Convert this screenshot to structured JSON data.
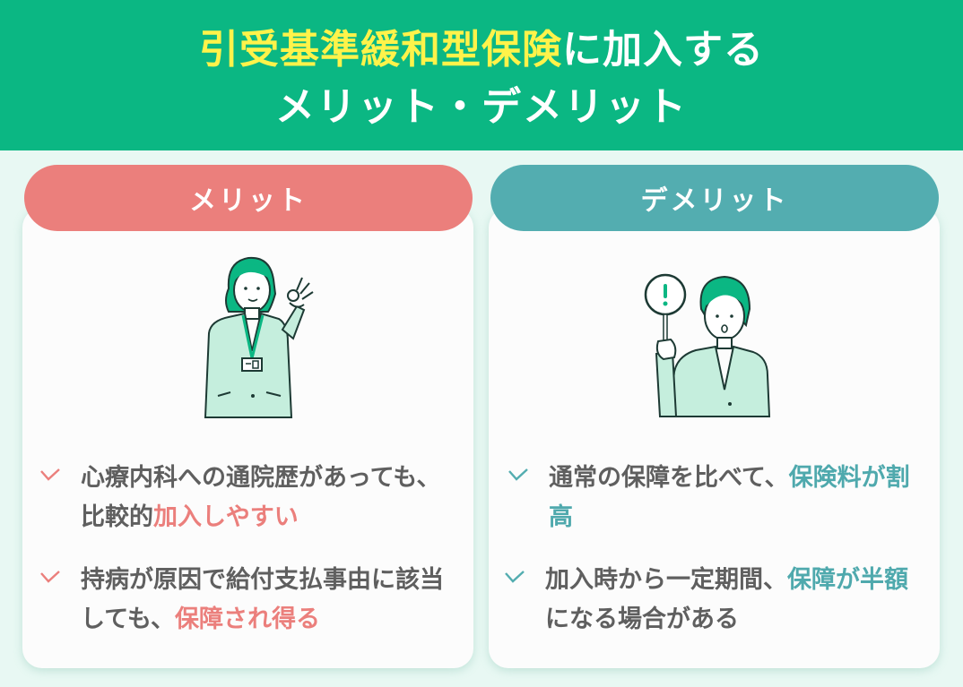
{
  "header": {
    "title_highlight": "引受基準緩和型保険",
    "title_rest": "に加入する",
    "subtitle": "メリット・デメリット",
    "bg_color": "#0bb783",
    "highlight_color": "#fff34a"
  },
  "merit": {
    "label": "メリット",
    "color": "#eb7f7c",
    "illustration": "woman-ok-gesture-illustration",
    "items": [
      {
        "text": "心療内科への通院歴があっても、比較的",
        "highlight": "加入しやすい",
        "after": ""
      },
      {
        "text": "持病が原因で給付支払事由に該当しても、",
        "highlight": "保障され得る",
        "after": ""
      }
    ]
  },
  "demerit": {
    "label": "デメリット",
    "color": "#53adb0",
    "illustration": "woman-exclamation-sign-illustration",
    "items": [
      {
        "text": "通常の保障を比べて、",
        "highlight": "保険料が割高",
        "after": ""
      },
      {
        "text": "加入時から一定期間、",
        "highlight": "保障が半額",
        "after": "になる場合がある"
      }
    ]
  }
}
